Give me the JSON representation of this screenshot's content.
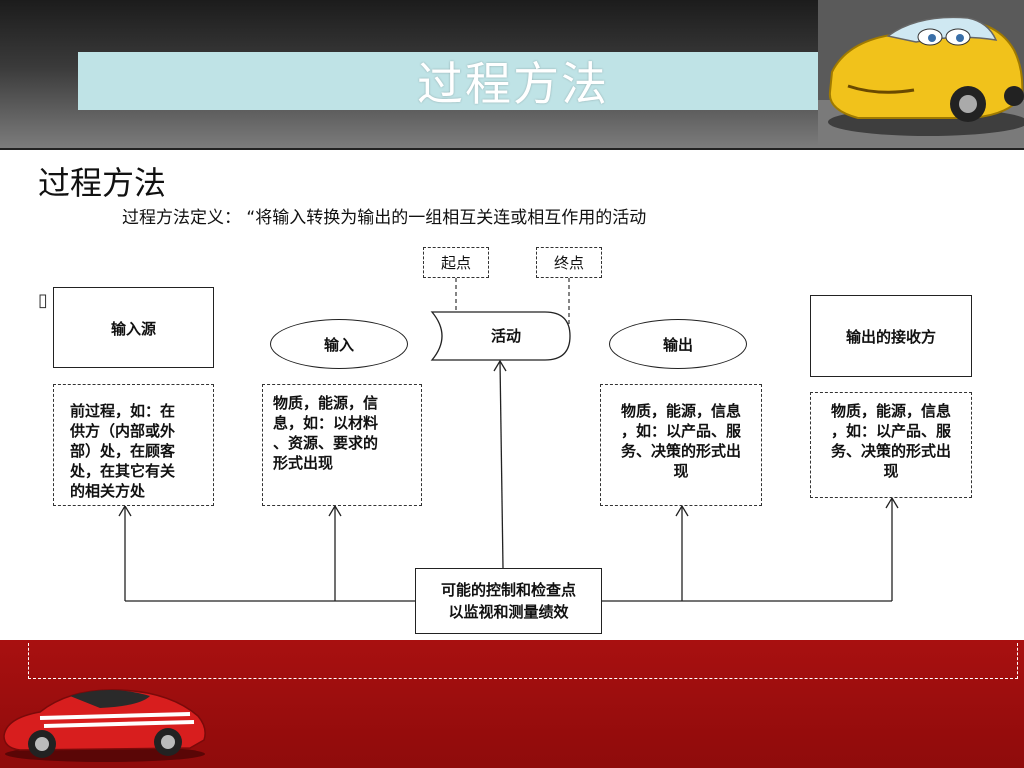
{
  "slide": {
    "banner_title": "过程方法",
    "heading": "过程方法",
    "definition": "过程方法定义：  “将输入转换为输出的一组相互关连或相互作用的活动",
    "stray_glyph": "▯"
  },
  "diagram": {
    "start_label": "起点",
    "end_label": "终点",
    "source_label": "输入源",
    "input_label": "输入",
    "activity_label": "活动",
    "output_label": "输出",
    "receiver_label": "输出的接收方",
    "source_desc": [
      "前过程，如：在",
      "供方（内部或外",
      "部）处，在顾客",
      "处，在其它有关",
      "的相关方处"
    ],
    "input_desc": [
      "物质，能源，信",
      "息，如：以材料",
      "、资源、要求的",
      "形式出现"
    ],
    "output_desc": [
      "物质，能源，信息",
      "，如：以产品、服",
      "务、决策的形式出",
      "现"
    ],
    "receiver_desc": [
      "物质，能源，信息",
      "，如：以产品、服",
      "务、决策的形式出",
      "现"
    ],
    "control_label": [
      "可能的控制和检查点",
      "以监视和测量绩效"
    ]
  },
  "colors": {
    "title_bar": "#bfe3e6",
    "header_dark": "#1c1c1c",
    "footer_red": "#a81010"
  },
  "icons": {
    "top_right": "yellow-cartoon-car-image",
    "bottom_left": "red-sports-car-image"
  }
}
